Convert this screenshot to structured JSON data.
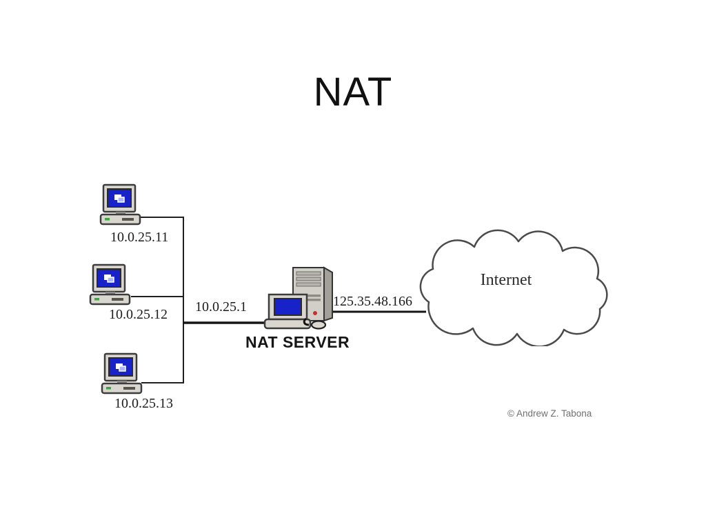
{
  "title": "NAT",
  "diagram": {
    "clients": [
      {
        "ip": "10.0.25.11"
      },
      {
        "ip": "10.0.25.12"
      },
      {
        "ip": "10.0.25.13"
      }
    ],
    "nat_server": {
      "label": "NAT SERVER",
      "internal_ip": "10.0.25.1",
      "external_ip": "125.35.48.166"
    },
    "internet_label": "Internet",
    "copyright": "© Andrew Z. Tabona"
  },
  "colors": {
    "screen_blue": "#1722c8",
    "case_gray": "#d9d6cf",
    "line_black": "#1f1f1f",
    "cloud_outline": "#4a4a4a",
    "copyright_gray": "#6f6f6f"
  }
}
